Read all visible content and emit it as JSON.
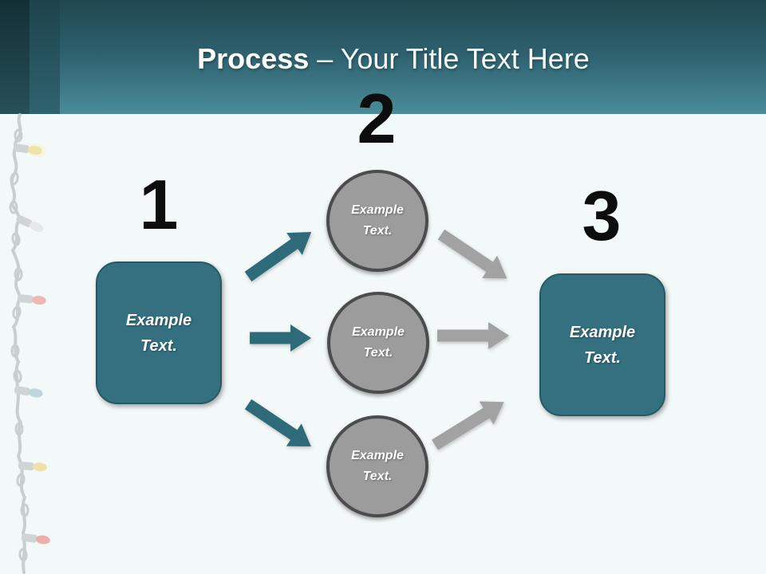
{
  "slide": {
    "background": "#f3f8f8",
    "header": {
      "title_emphasis": "Process",
      "title_rest": "– Your Title Text Here",
      "gradient_top": "#1f4851",
      "gradient_bottom": "#4a8c9a"
    },
    "steps": [
      {
        "number": "1",
        "shape": "rounded-box",
        "label": "Example\nText."
      },
      {
        "number": "2",
        "shape": "circle-group",
        "circles": [
          {
            "label": "Example\nText."
          },
          {
            "label": "Example\nText."
          },
          {
            "label": "Example\nText."
          }
        ]
      },
      {
        "number": "3",
        "shape": "rounded-box",
        "label": "Example\nText."
      }
    ],
    "colors": {
      "box_teal": "#357080",
      "box_border": "#275963",
      "arrow_teal": "#2e6b7a",
      "circle_gray": "#9c9c9c",
      "circle_border": "#4c4c4c",
      "arrow_gray": "#a2a2a2",
      "number_black": "#0d0d0d",
      "title_white": "#ffffff"
    },
    "decoration": {
      "name": "string-lights",
      "bulbs": [
        {
          "color": "#efe2a0",
          "lit": true
        },
        {
          "color": "#e4e8e7",
          "lit": false
        },
        {
          "color": "#f0b2ad",
          "lit": false
        },
        {
          "color": "#bad4da",
          "lit": false
        },
        {
          "color": "#eedfa2",
          "lit": false
        },
        {
          "color": "#eca9a4",
          "lit": false
        }
      ]
    }
  }
}
